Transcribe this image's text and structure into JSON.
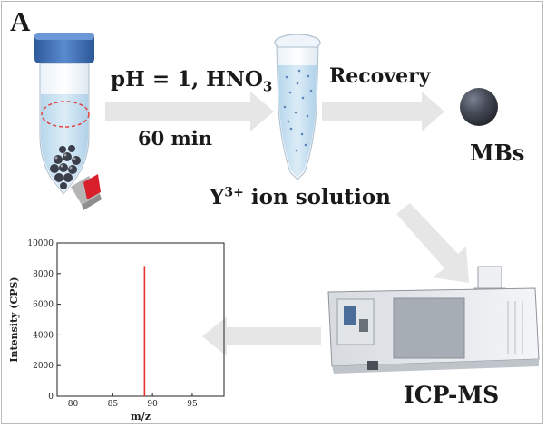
{
  "panel_letter": "A",
  "labels": {
    "ph_main": "pH = 1, HNO",
    "ph_sub": "3",
    "time": "60 min",
    "recovery": "Recovery",
    "mbs": "MBs",
    "ion_base": "Y",
    "ion_sup": "3+",
    "ion_rest": " ion solution",
    "icp": "ICP-MS"
  },
  "colors": {
    "arrow": "#e6e6e6",
    "cap_blue": "#3f6fb3",
    "magnet_red": "#d8202a",
    "bead": "#3b3f4a",
    "spike": "#e8312f"
  },
  "chart_data": {
    "type": "bar",
    "xlabel": "m/z",
    "ylabel": "Intensity (CPS)",
    "xlim": [
      78,
      99
    ],
    "ylim": [
      0,
      10000
    ],
    "x_ticks": [
      80,
      85,
      90,
      95
    ],
    "y_ticks": [
      0,
      2000,
      4000,
      6000,
      8000,
      10000
    ],
    "x": [
      89
    ],
    "values": [
      8500
    ],
    "grid": false
  }
}
